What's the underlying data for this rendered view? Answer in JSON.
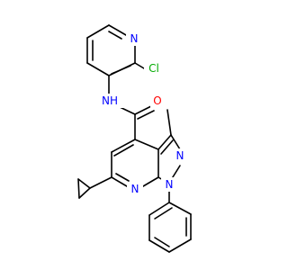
{
  "molecule": {
    "colors": {
      "bond": "#000000",
      "N": "#0000ff",
      "O": "#ff0000",
      "Cl": "#00aa00",
      "H": "#000000"
    },
    "labels": {
      "pyridine_n": "N",
      "chlorine": "Cl",
      "amide_nh": "NH",
      "carbonyl_o": "O",
      "pyrazole_n2": "N",
      "pyrazole_n1": "N",
      "pyridine_n7": "N"
    }
  }
}
